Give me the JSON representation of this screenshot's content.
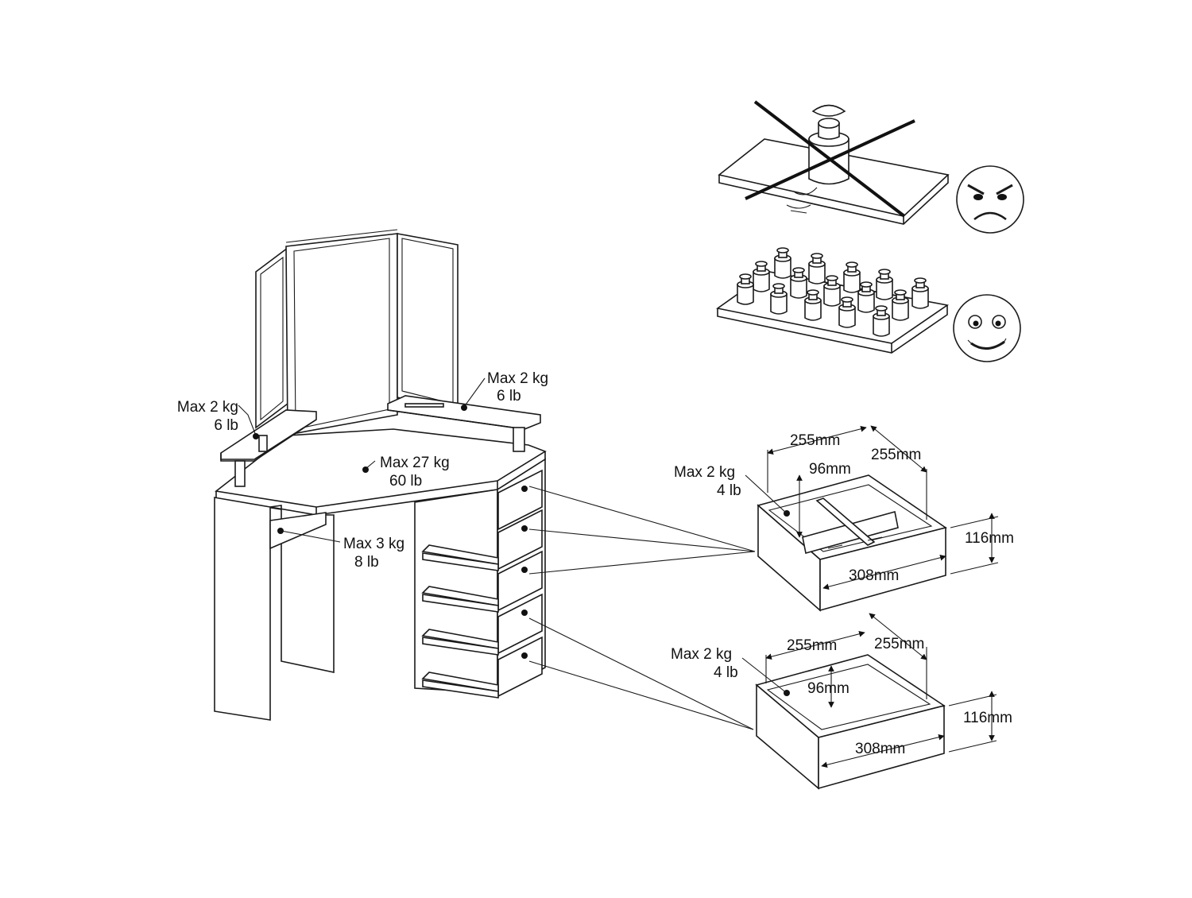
{
  "colors": {
    "line": "#1a1a1a",
    "background": "#ffffff"
  },
  "icons": {
    "wrong": "angry-face-icon",
    "right": "smiling-face-icon"
  },
  "vanity": {
    "left_shelf": {
      "kg": "Max 2 kg",
      "lb": "6 lb"
    },
    "right_shelf": {
      "kg": "Max 2 kg",
      "lb": "6 lb"
    },
    "desktop": {
      "kg": "Max 27 kg",
      "lb": "60 lb"
    },
    "bottom_shelf": {
      "kg": "Max 3 kg",
      "lb": "8 lb"
    }
  },
  "drawer_with_divider": {
    "load": {
      "kg": "Max 2 kg",
      "lb": "4 lb"
    },
    "dims": {
      "width_left": "255mm",
      "width_right": "255mm",
      "inner": "96mm",
      "height": "116mm",
      "front": "308mm"
    }
  },
  "drawer_plain": {
    "load": {
      "kg": "Max 2 kg",
      "lb": "4 lb"
    },
    "dims": {
      "width_left": "255mm",
      "width_right": "255mm",
      "inner": "96mm",
      "height": "116mm",
      "front": "308mm"
    }
  }
}
